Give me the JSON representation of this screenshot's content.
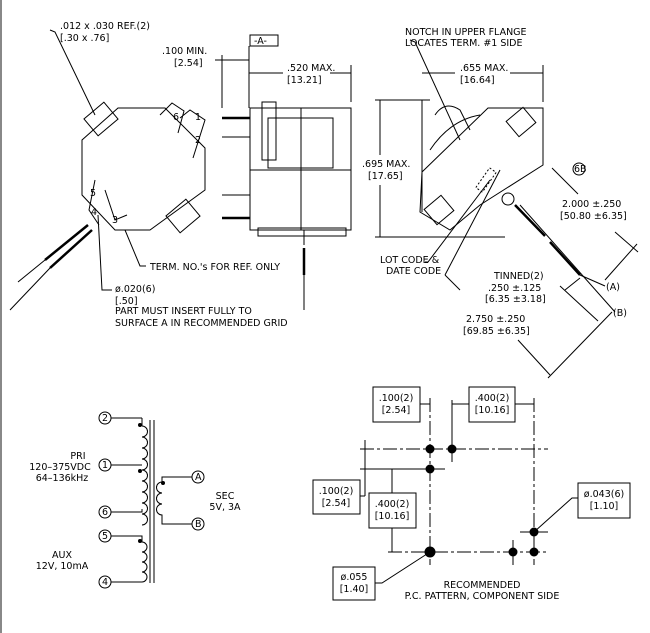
{
  "left_view": {
    "ref_dim": ".012 x .030 REF.(2)",
    "ref_dim_mm": "[.30 x .76]",
    "term_note": "TERM. NO.'s FOR REF. ONLY",
    "pin_dia": "ø.020(6)",
    "pin_dia_mm": "[.50]",
    "insert_note_1": "PART MUST INSERT FULLY TO",
    "insert_note_2": "SURFACE A IN RECOMMENDED GRID",
    "term_labels": [
      "6",
      "1",
      "2",
      "5",
      "4",
      "3"
    ]
  },
  "side_view": {
    "datum": "-A-",
    "min_dim": ".100 MIN.",
    "min_dim_mm": "[2.54]",
    "width_dim": ".520 MAX.",
    "width_dim_mm": "[13.21]"
  },
  "right_view": {
    "notch_note_1": "NOTCH IN UPPER FLANGE",
    "notch_note_2": "LOCATES TERM. #1 SIDE",
    "width_dim": ".655 MAX.",
    "width_dim_mm": "[16.64]",
    "height_dim": ".695 MAX.",
    "height_dim_mm": "[17.65]",
    "lead_tag": "6B",
    "lead_a_len": "2.000  ±.250",
    "lead_a_len_mm": "[50.80  ±6.35]",
    "lot_code_1": "LOT CODE &",
    "lot_code_2": "DATE CODE",
    "tinned": "TINNED(2)",
    "tinned_len": ".250  ±.125",
    "tinned_len_mm": "[6.35  ±3.18]",
    "lead_a": "(A)",
    "lead_b": "(B)",
    "lead_b_len": "2.750  ±.250",
    "lead_b_len_mm": "[69.85  ±6.35]"
  },
  "schematic": {
    "pins": [
      "2",
      "1",
      "6",
      "5",
      "4",
      "A",
      "B"
    ],
    "pri_label": "PRI",
    "pri_voltage": "120–375VDC",
    "pri_freq": "64–136kHz",
    "sec_label": "SEC",
    "sec_rating": "5V,  3A",
    "aux_label": "AUX",
    "aux_rating": "12V,  10mA"
  },
  "pcb": {
    "dim_top_left": ".100(2)",
    "dim_top_left_mm": "[2.54]",
    "dim_top_right": ".400(2)",
    "dim_top_right_mm": "[10.16]",
    "dim_left": ".100(2)",
    "dim_left_mm": "[2.54]",
    "dim_left_inner": ".400(2)",
    "dim_left_inner_mm": "[10.16]",
    "hole_large": "ø.055",
    "hole_large_mm": "[1.40]",
    "hole_small": "ø.043(6)",
    "hole_small_mm": "[1.10]",
    "caption_1": "RECOMMENDED",
    "caption_2": "P.C. PATTERN, COMPONENT SIDE"
  }
}
